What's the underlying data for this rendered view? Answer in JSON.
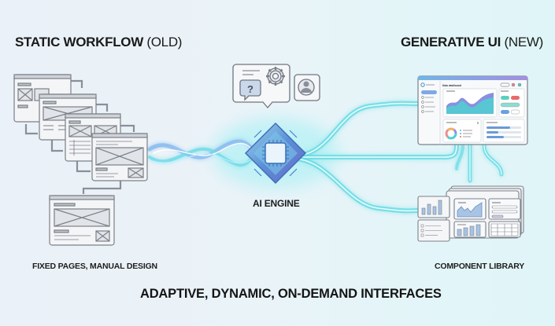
{
  "left_section": {
    "title_bold": "STATIC WORKFLOW",
    "title_light": "(OLD)",
    "caption": "FIXED PAGES, MANUAL DESIGN",
    "wireframe_pages": 5
  },
  "right_section": {
    "title_bold": "GENERATIVE UI",
    "title_light": "(NEW)",
    "dashboard_title": "Data dashboard",
    "caption": "COMPONENT LIBRARY"
  },
  "center": {
    "engine_label": "AI ENGINE",
    "bubble_icons": [
      "question-icon",
      "gear-icon",
      "user-icon"
    ]
  },
  "footer": {
    "tagline": "ADAPTIVE, DYNAMIC, ON-DEMAND INTERFACES"
  },
  "colors": {
    "flow_cyan": "#4fd8e0",
    "flow_blue": "#6aaee8",
    "wire_gray": "#7b8088",
    "chip_blue": "#5b8fd6",
    "dashboard_header": "#7aa6e0"
  }
}
